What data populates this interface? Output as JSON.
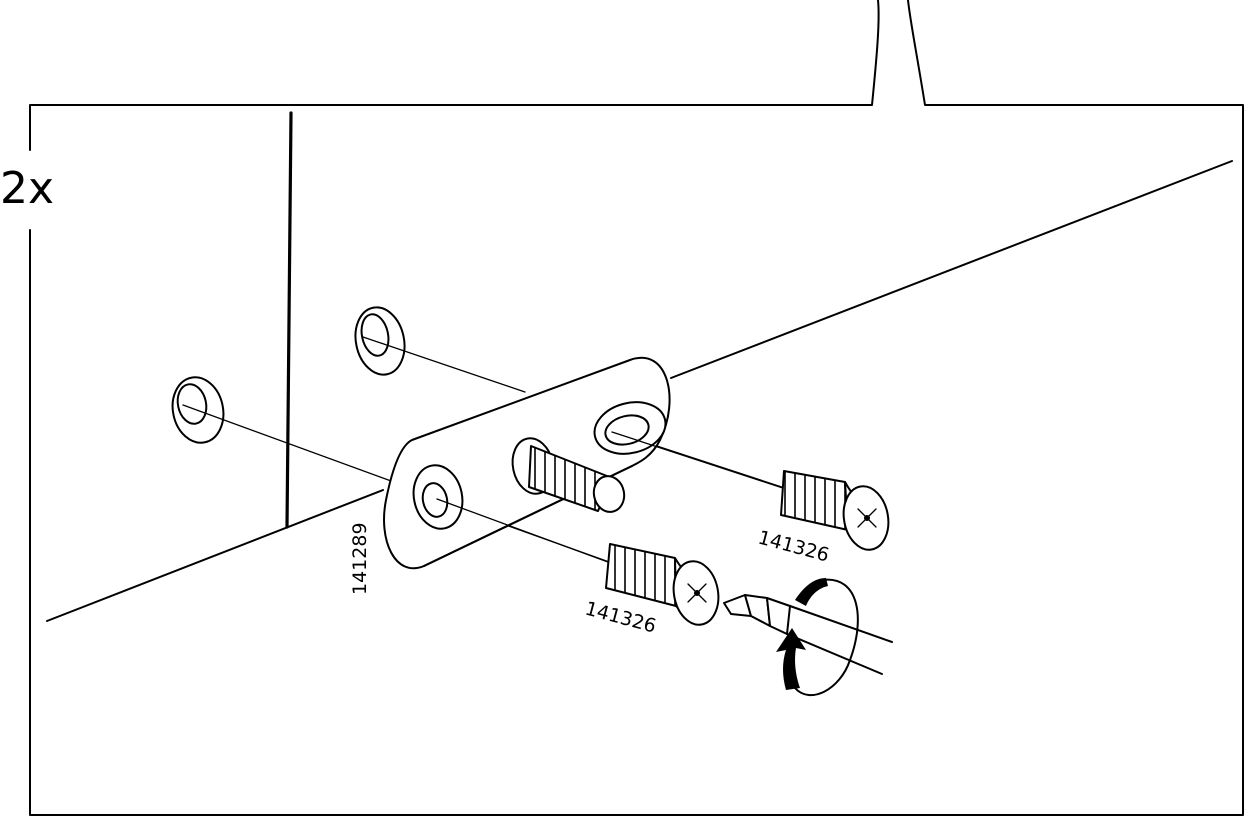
{
  "multiplier_label": "2x",
  "parts": {
    "bracket_part_number": "141289",
    "screw_upper_part_number": "141326",
    "screw_lower_part_number": "141326"
  },
  "icons": {
    "tool": "screwdriver-icon",
    "rotation": "clockwise-arrow-icon"
  }
}
